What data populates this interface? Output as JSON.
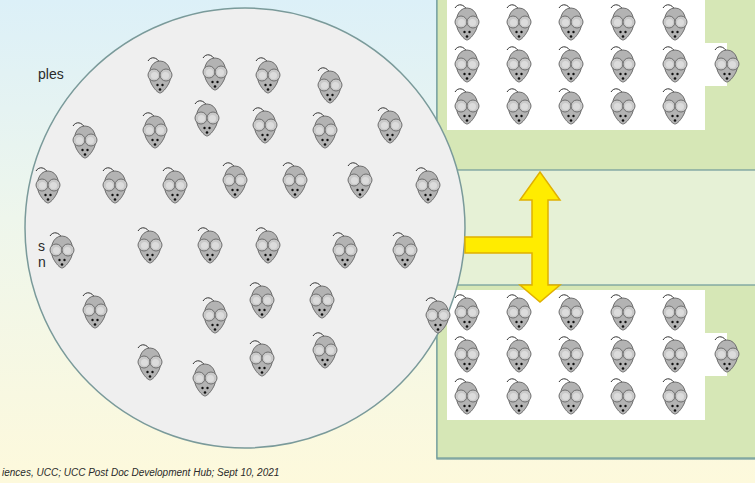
{
  "diagram": {
    "labels": [
      "ples",
      "s",
      "n",
      "iences, UCC; UCC Post Doc Development Hub; Sept 10, 2021"
    ]
  }
}
